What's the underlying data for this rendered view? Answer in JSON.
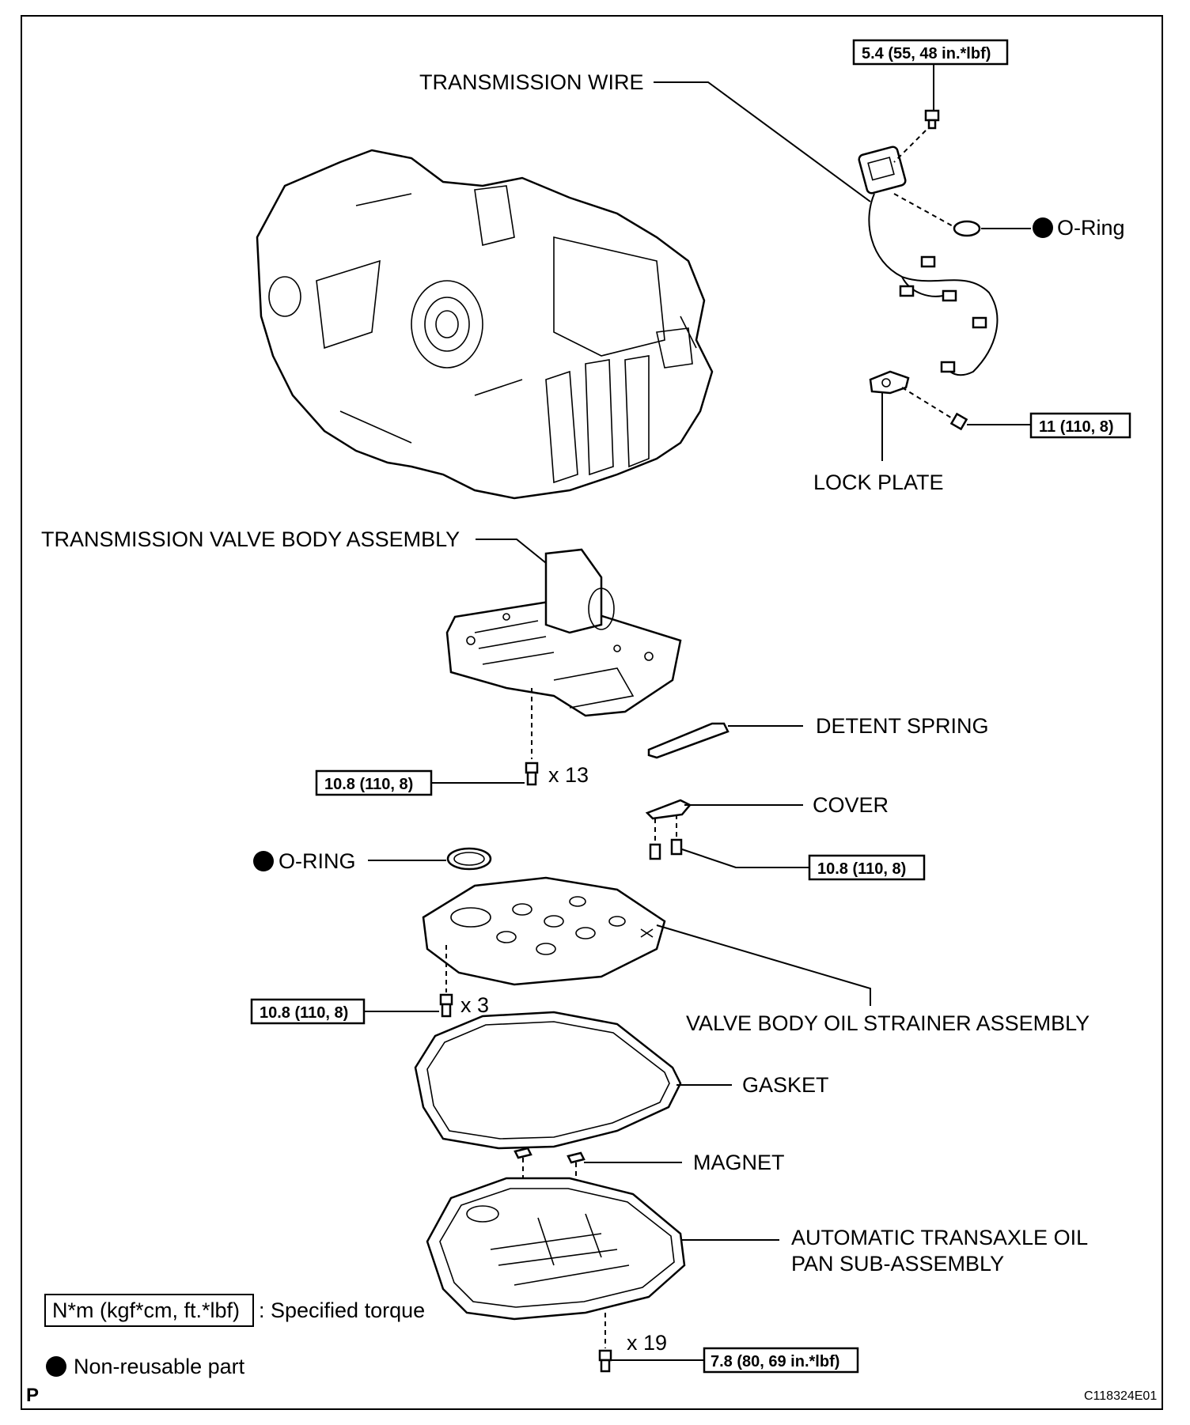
{
  "labels": {
    "transmission_wire": "TRANSMISSION WIRE",
    "o_ring_top": "O-Ring",
    "lock_plate": "LOCK PLATE",
    "valve_body": "TRANSMISSION VALVE BODY ASSEMBLY",
    "detent_spring": "DETENT SPRING",
    "cover": "COVER",
    "o_ring_mid": "O-RING",
    "strainer": "VALVE BODY OIL STRAINER ASSEMBLY",
    "gasket": "GASKET",
    "magnet": "MAGNET",
    "oil_pan_line1": "AUTOMATIC TRANSAXLE OIL",
    "oil_pan_line2": "PAN SUB-ASSEMBLY"
  },
  "torques": {
    "wire_bolt": "5.4 (55, 48 in.*lbf)",
    "lock_plate_bolt": "11 (110, 8)",
    "valve_body_bolt": "10.8 (110, 8)",
    "cover_bolt": "10.8 (110, 8)",
    "strainer_bolt": "10.8 (110, 8)",
    "oil_pan_bolt": "7.8 (80, 69 in.*lbf)"
  },
  "quantities": {
    "valve_body_bolts": "x 13",
    "strainer_bolts": "x 3",
    "oil_pan_bolts": "x 19"
  },
  "legend": {
    "torque_box": "N*m (kgf*cm, ft.*lbf)",
    "torque_desc": ": Specified torque",
    "non_reusable": "Non-reusable part"
  },
  "footer": {
    "left_code": "P",
    "figure_id": "C118324E01"
  }
}
